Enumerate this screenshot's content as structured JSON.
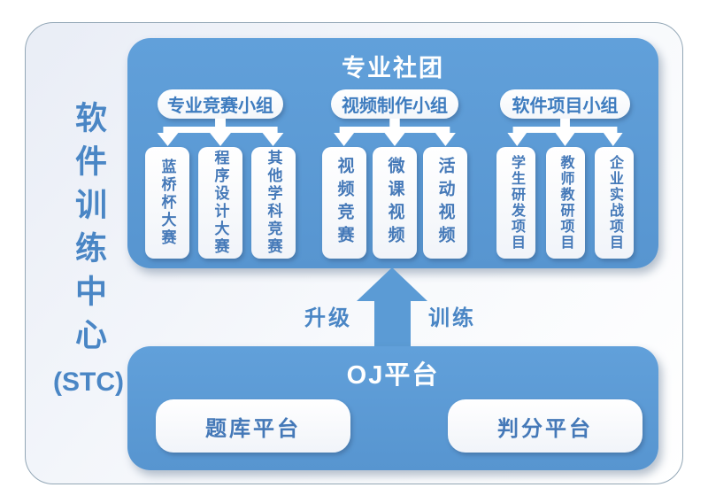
{
  "colors": {
    "box_blue": "#5b9bd5",
    "item_text_blue": "#4579b8",
    "label_blue": "#4a86c5",
    "frame_border": "#93a7b6",
    "title_white": "#ffffff"
  },
  "left_label": {
    "vertical_text": "软件训练中心",
    "abbrev": "(STC)"
  },
  "clubs": {
    "title": "专业社团",
    "groups": [
      {
        "label": "专业竞赛小组",
        "items": [
          "蓝桥杯大赛",
          "程序设计大赛",
          "其他学科竞赛"
        ]
      },
      {
        "label": "视频制作小组",
        "items": [
          "视频竞赛",
          "微课视频",
          "活动视频"
        ]
      },
      {
        "label": "软件项目小组",
        "items": [
          "学生研发项目",
          "教师教研项目",
          "企业实战项目"
        ]
      }
    ]
  },
  "arrow_labels": {
    "left": "升级",
    "right": "训练"
  },
  "oj": {
    "title": "OJ平台",
    "items": [
      "题库平台",
      "判分平台"
    ]
  }
}
